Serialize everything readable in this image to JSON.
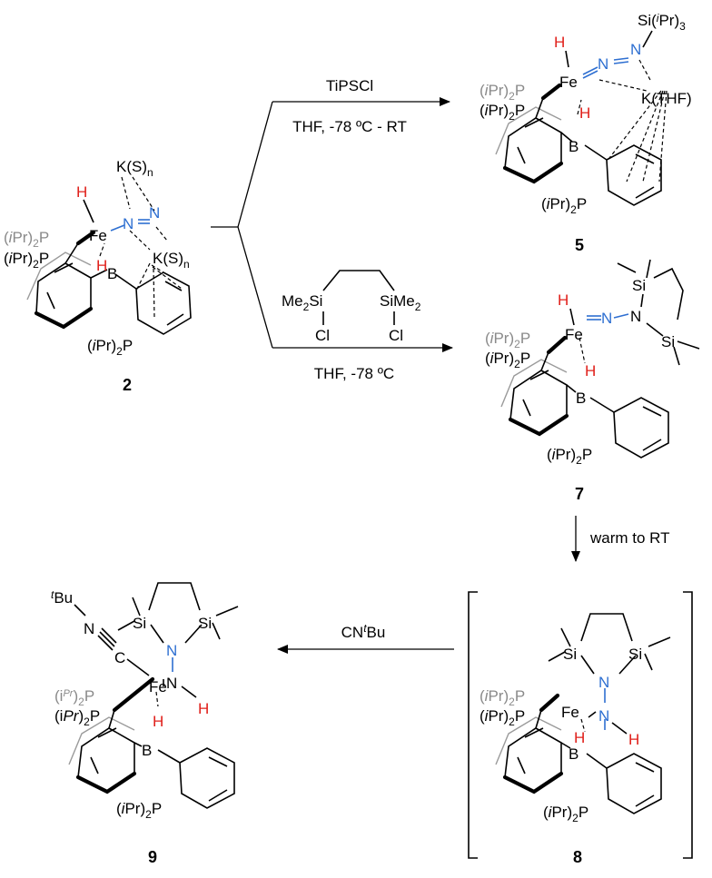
{
  "compounds": {
    "c2": {
      "number": "2",
      "atoms": {
        "H_Fe": "H",
        "Fe": "Fe",
        "N1": "N",
        "N2": "N",
        "K_top": "K(S)",
        "K_top_sub": "n",
        "K_mid": "K(S)",
        "K_mid_sub": "n",
        "H_B": "H",
        "B": "B",
        "P_grey": "(",
        "P_grey_i": "i",
        "P_grey_rest": "Pr)",
        "P_grey_2": "2",
        "P_grey_P": "P",
        "P_black": "(",
        "P_black_i": "i",
        "P_black_rest": "Pr)",
        "P_black_2": "2",
        "P_black_P": "P",
        "P_bottom": "(",
        "P_bottom_i": "i",
        "P_bottom_rest": "Pr)",
        "P_bottom_2": "2",
        "P_bottom_P": "P"
      }
    },
    "c5": {
      "number": "5",
      "atoms": {
        "H_Fe": "H",
        "Fe": "Fe",
        "N1": "N",
        "N2": "N",
        "Si": "Si(",
        "Si_i": "i",
        "Si_rest": "Pr)",
        "Si_3": "3",
        "K": "K(THF)",
        "H_B": "H",
        "B": "B",
        "P_grey": "(",
        "P_grey_i": "i",
        "P_grey_rest": "Pr)",
        "P_grey_2": "2",
        "P_grey_P": "P",
        "P_black": "(",
        "P_black_i": "i",
        "P_black_rest": "Pr)",
        "P_black_2": "2",
        "P_black_P": "P",
        "P_bottom": "(",
        "P_bottom_i": "i",
        "P_bottom_rest": "Pr)",
        "P_bottom_2": "2",
        "P_bottom_P": "P"
      }
    },
    "c7": {
      "number": "7",
      "atoms": {
        "H_Fe": "H",
        "Fe": "Fe",
        "N1": "N",
        "N2": "N",
        "Si1": "Si",
        "Si2": "Si",
        "H_B": "H",
        "B": "B",
        "P_grey": "(",
        "P_grey_i": "i",
        "P_grey_rest": "Pr)",
        "P_grey_2": "2",
        "P_grey_P": "P",
        "P_black": "(",
        "P_black_i": "i",
        "P_black_rest": "Pr)",
        "P_black_2": "2",
        "P_black_P": "P",
        "P_bottom": "(",
        "P_bottom_i": "i",
        "P_bottom_rest": "Pr)",
        "P_bottom_2": "2",
        "P_bottom_P": "P"
      }
    },
    "c8": {
      "number": "8",
      "atoms": {
        "Si1": "Si",
        "Si2": "Si",
        "N1": "N",
        "N2": "N",
        "H_N": "H",
        "Fe": "Fe",
        "H_B": "H",
        "B": "B",
        "P_grey": "(",
        "P_grey_i": "i",
        "P_grey_rest": "Pr)",
        "P_grey_2": "2",
        "P_grey_P": "P",
        "P_black": "(",
        "P_black_i": "i",
        "P_black_rest": "Pr)",
        "P_black_2": "2",
        "P_black_P": "P",
        "P_bottom": "(",
        "P_bottom_i": "i",
        "P_bottom_rest": "Pr)",
        "P_bottom_2": "2",
        "P_bottom_P": "P"
      }
    },
    "c9": {
      "number": "9",
      "atoms": {
        "tBu_t": "t",
        "tBu": "Bu",
        "N_CN": "N",
        "C_CN": "C",
        "Si1": "Si",
        "Si2": "Si",
        "N1": "N",
        "N2": "N",
        "H_N": "H",
        "Fe": "Fe",
        "H_B": "H",
        "B": "B",
        "P_grey": "(i",
        "P_grey_i": "Pr",
        "P_grey_rest": ")",
        "P_grey_2": "2",
        "P_grey_P": "P",
        "P_black": "(i",
        "P_black_i": "Pr",
        "P_black_rest": ")",
        "P_black_2": "2",
        "P_black_P": "P",
        "P_bottom": "(",
        "P_bottom_i": "i",
        "P_bottom_rest": "Pr)",
        "P_bottom_2": "2",
        "P_bottom_P": "P"
      }
    }
  },
  "reagents": {
    "to5_top": "TiPSCl",
    "to5_bottom": "THF, -78 ºC - RT",
    "to7_reagent_left": "Me",
    "to7_reagent_left_2": "2",
    "to7_reagent_left_si": "Si",
    "to7_reagent_right": "SiMe",
    "to7_reagent_right_2": "2",
    "to7_cl_left": "Cl",
    "to7_cl_right": "Cl",
    "to7_bottom": "THF, -78 ºC",
    "to8": "warm to RT",
    "to9_cn": "CN",
    "to9_t": "t",
    "to9_bu": "Bu"
  },
  "colors": {
    "hydride": "#e0201b",
    "nitrogen": "#2e6fd1",
    "phosphine_grey": "#8a8a8a"
  }
}
